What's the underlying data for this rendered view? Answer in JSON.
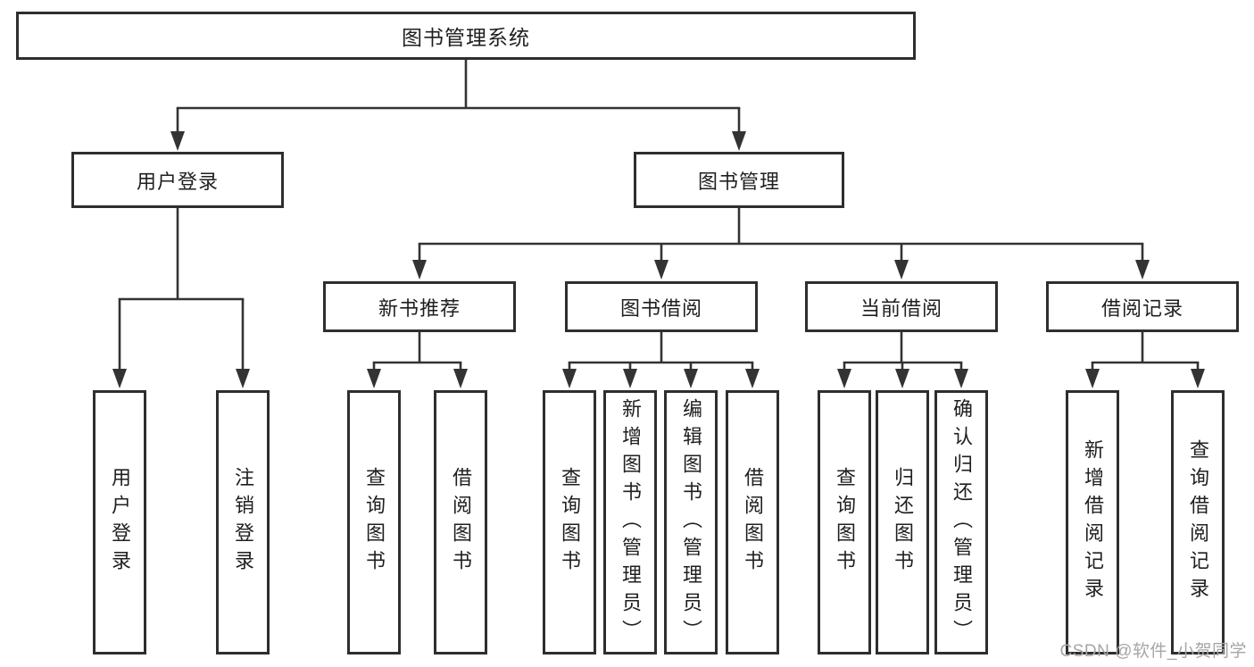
{
  "diagram": {
    "root": {
      "label": "图书管理系统"
    },
    "level2": {
      "user_login": {
        "label": "用户登录"
      },
      "book_management": {
        "label": "图书管理"
      }
    },
    "level3": {
      "new_book_recommendation": {
        "label": "新书推荐"
      },
      "book_borrowing": {
        "label": "图书借阅"
      },
      "current_borrowing": {
        "label": "当前借阅"
      },
      "borrowing_records": {
        "label": "借阅记录"
      }
    },
    "leaves": {
      "user_login": {
        "label": "用户登录"
      },
      "logout": {
        "label": "注销登录"
      },
      "nb_query_books": {
        "label": "查询图书"
      },
      "nb_borrow_books": {
        "label": "借阅图书"
      },
      "bb_query_books": {
        "label": "查询图书"
      },
      "bb_add_books": {
        "label": "新增图书（管理员）"
      },
      "bb_edit_books": {
        "label": "编辑图书（管理员）"
      },
      "bb_borrow_books": {
        "label": "借阅图书"
      },
      "cb_query_books": {
        "label": "查询图书"
      },
      "cb_return_books": {
        "label": "归还图书"
      },
      "cb_confirm_return": {
        "label": "确认归还（管理员）"
      },
      "br_add_record": {
        "label": "新增借阅记录"
      },
      "br_query_record": {
        "label": "查询借阅记录"
      }
    }
  },
  "watermark": {
    "text": "CSDN @软件_小贺同学"
  },
  "colors": {
    "line": "#333333",
    "border": "#2e2e2e",
    "text": "#1f1f1f",
    "watermark": "#a6a6a6",
    "background": "#ffffff"
  }
}
